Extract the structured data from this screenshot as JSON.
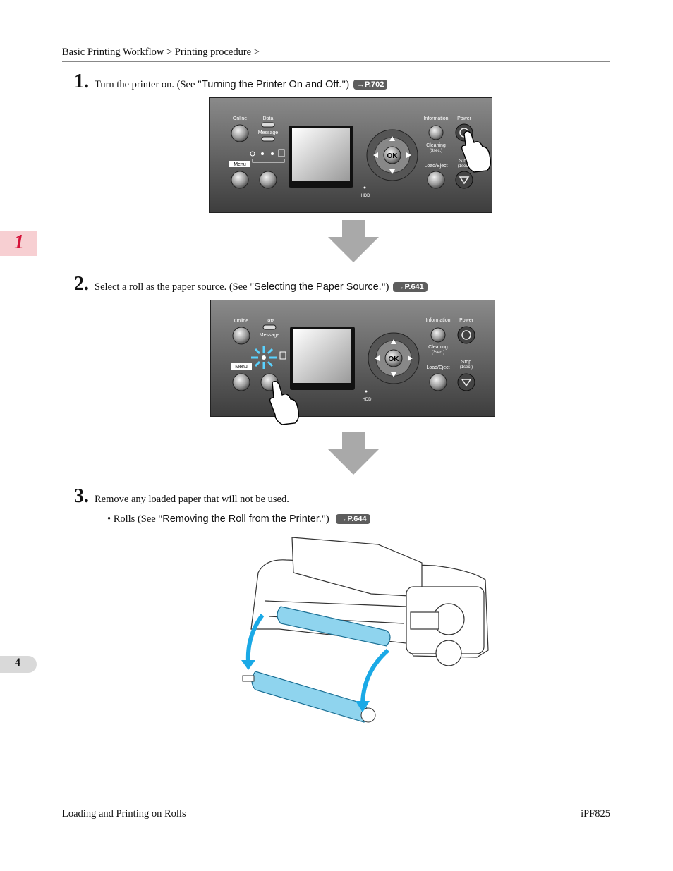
{
  "header": {
    "breadcrumb": "Basic Printing Workflow > Printing procedure >"
  },
  "chapter_tab": "1",
  "page_tab": "4",
  "steps": [
    {
      "num": "1.",
      "text": "Turn the printer on.  (See \"",
      "link": "Turning the Printer On and Off.",
      "close": "\")",
      "ref": "→P.702"
    },
    {
      "num": "2.",
      "text": "Select a roll as the paper source.  (See \"",
      "link": "Selecting the Paper Source.",
      "close": "\")",
      "ref": "→P.641"
    },
    {
      "num": "3.",
      "text": "Remove any loaded paper that will not be used."
    }
  ],
  "bullet": {
    "mark": "•",
    "text": "Rolls  (See \"",
    "link": "Removing the Roll from the Printer.",
    "close": "\")",
    "ref": "→P.644"
  },
  "panel": {
    "online": "Online",
    "data": "Data",
    "message": "Message",
    "menu": "Menu",
    "information": "Information",
    "power": "Power",
    "cleaning": "Cleaning",
    "cleaning_sub": "(3sec.)",
    "load_eject": "Load/Eject",
    "stop": "Stop",
    "stop_sub": "(1sec.)",
    "ok": "OK",
    "hdd": "HDD"
  },
  "footer": {
    "left": "Loading and Printing on Rolls",
    "right": "iPF825"
  },
  "colors": {
    "arrow": "#a9a9a9",
    "roll": "#8fd4ee",
    "curve_arrow": "#1aa9e6",
    "ref_badge": "#5d5d5d",
    "chapter_red": "#d6133a"
  }
}
